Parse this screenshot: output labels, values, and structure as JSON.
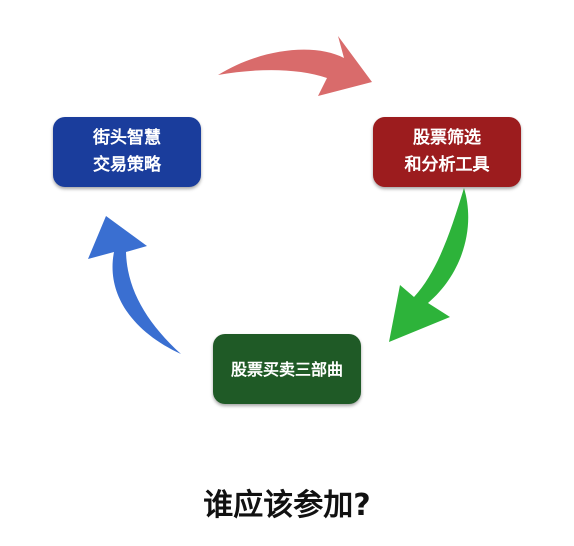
{
  "colors": {
    "node_left": "#1a3d9c",
    "node_right": "#9c1c1e",
    "node_bottom": "#1f5a26",
    "arrow_top": "#d96b6b",
    "arrow_right": "#2db33a",
    "arrow_left": "#3a6fd1",
    "question_text": "#111111"
  },
  "nodes": {
    "left": {
      "line1": "街头智慧",
      "line2": "交易策略"
    },
    "right": {
      "line1": "股票筛选",
      "line2": "和分析工具"
    },
    "bottom": {
      "label": "股票买卖三部曲"
    }
  },
  "arrows": {
    "top": {
      "icon": "curved-arrow-right-icon"
    },
    "right": {
      "icon": "curved-arrow-down-left-icon"
    },
    "left": {
      "icon": "curved-arrow-up-icon"
    }
  },
  "question": "谁应该参加?"
}
